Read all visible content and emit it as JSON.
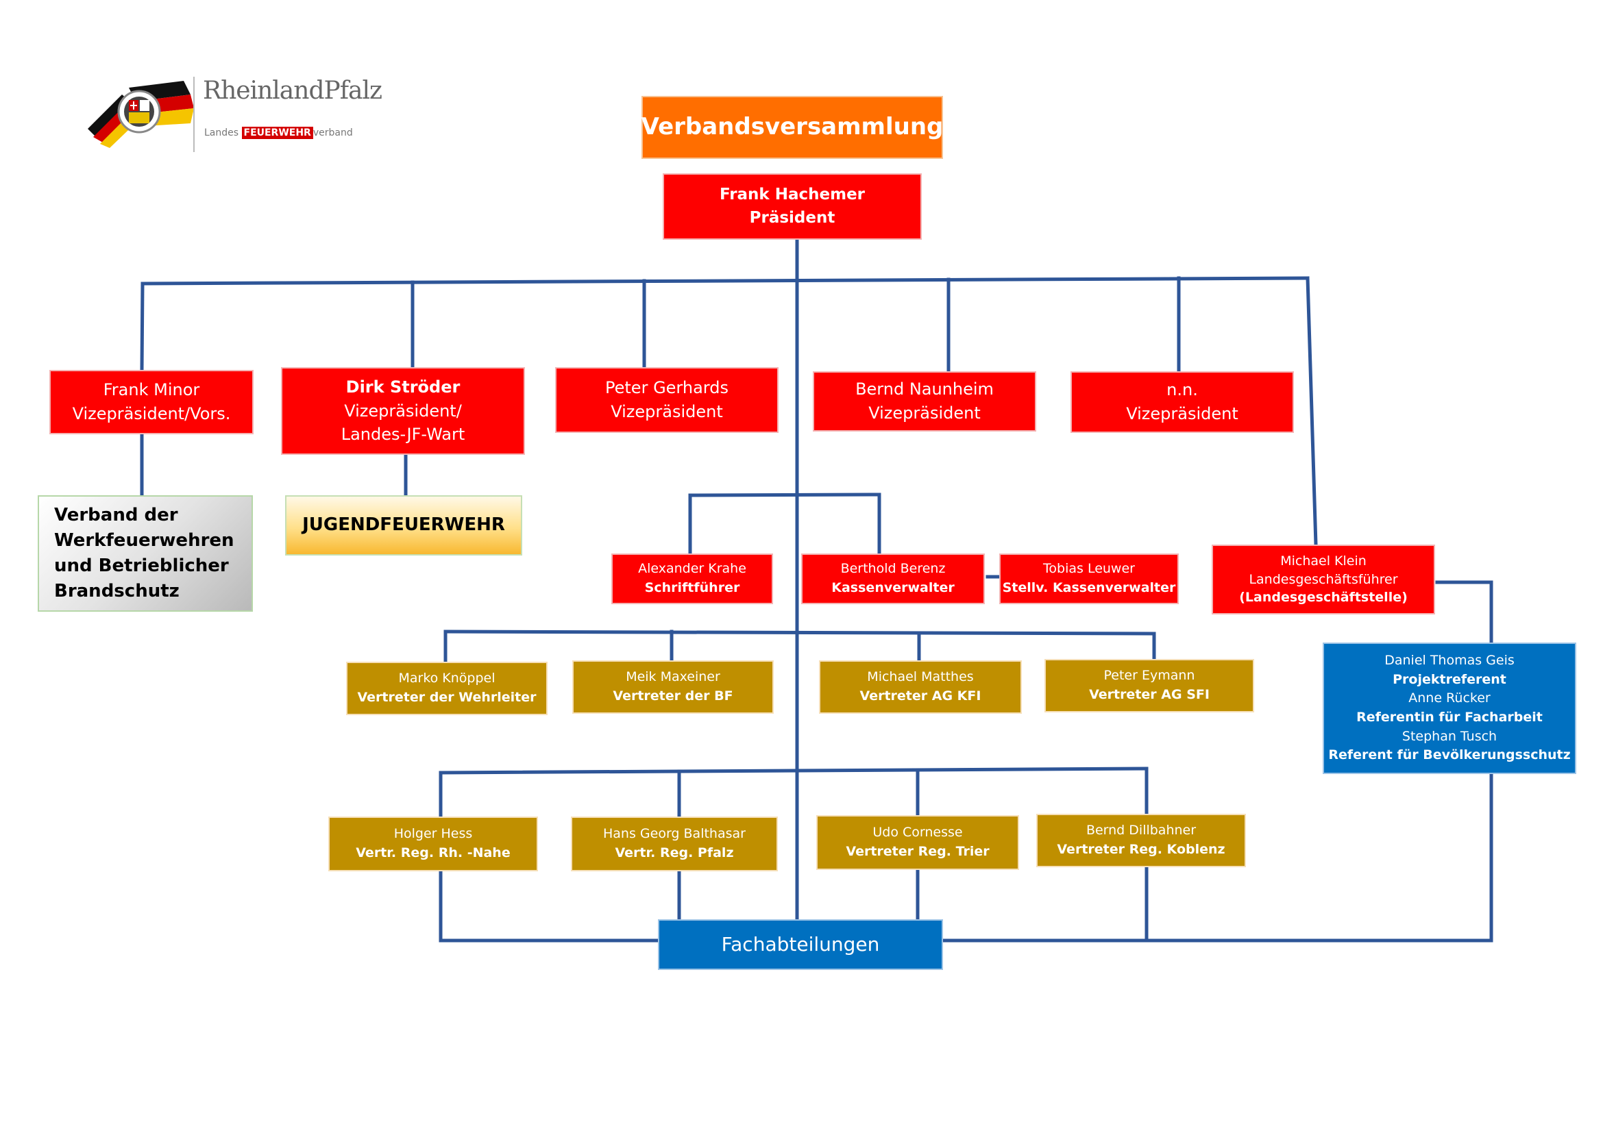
{
  "logo": {
    "state": "RheinlandPfalz",
    "prefix": "Landes",
    "highlight": "FEUERWEHR",
    "suffix": "verband"
  },
  "assembly": "Verbandsversammlung",
  "president": {
    "name": "Frank Hachemer",
    "role": "Präsident"
  },
  "vice": [
    {
      "name": "Frank Minor",
      "role": "Vizepräsident/Vors."
    },
    {
      "name": "Dirk Ströder",
      "role": "Vizepräsident/",
      "role2": "Landes-JF-Wart"
    },
    {
      "name": "Peter Gerhards",
      "role": "Vizepräsident"
    },
    {
      "name": "Bernd Naunheim",
      "role": "Vizepräsident"
    },
    {
      "name": "n.n.",
      "role": "Vizepräsident"
    }
  ],
  "werkfeuerwehr": {
    "lines": [
      "Verband der",
      "Werkfeuerwehren",
      "und Betrieblicher",
      "Brandschutz"
    ]
  },
  "jugend": "JUGENDFEUERWEHR",
  "officers": [
    {
      "name": "Alexander Krahe",
      "role": "Schriftführer"
    },
    {
      "name": "Berthold Berenz",
      "role": "Kassenverwalter"
    },
    {
      "name": "Tobias Leuwer",
      "role": "Stellv. Kassenverwalter"
    }
  ],
  "manager": {
    "name": "Michael Klein",
    "role": "Landesgeschäftsführer",
    "unit": "(Landesgeschäftstelle)"
  },
  "office_staff": [
    {
      "name": "Daniel Thomas Geis",
      "role": "Projektreferent"
    },
    {
      "name": "Anne Rücker",
      "role": "Referentin für Facharbeit"
    },
    {
      "name": "Stephan Tusch",
      "role": "Referent für Bevölkerungsschutz"
    }
  ],
  "reps_row1": [
    {
      "name": "Marko Knöppel",
      "role": "Vertreter der Wehrleiter"
    },
    {
      "name": "Meik Maxeiner",
      "role": "Vertreter der BF"
    },
    {
      "name": "Michael Matthes",
      "role": "Vertreter AG KFI"
    },
    {
      "name": "Peter Eymann",
      "role": "Vertreter AG SFI"
    }
  ],
  "reps_row2": [
    {
      "name": "Holger Hess",
      "role": "Vertr. Reg. Rh. -Nahe"
    },
    {
      "name": "Hans Georg Balthasar",
      "role": "Vertr. Reg. Pfalz"
    },
    {
      "name": "Udo Cornesse",
      "role": "Vertreter Reg. Trier"
    },
    {
      "name": "Bernd Dillbahner",
      "role": "Vertreter Reg. Koblenz"
    }
  ],
  "departments": "Fachabteilungen",
  "colors": {
    "line": "#2e5597",
    "red": "#fe0000",
    "gold": "#bf8f00",
    "blue": "#0070c0",
    "orange": "#ff6e00"
  }
}
